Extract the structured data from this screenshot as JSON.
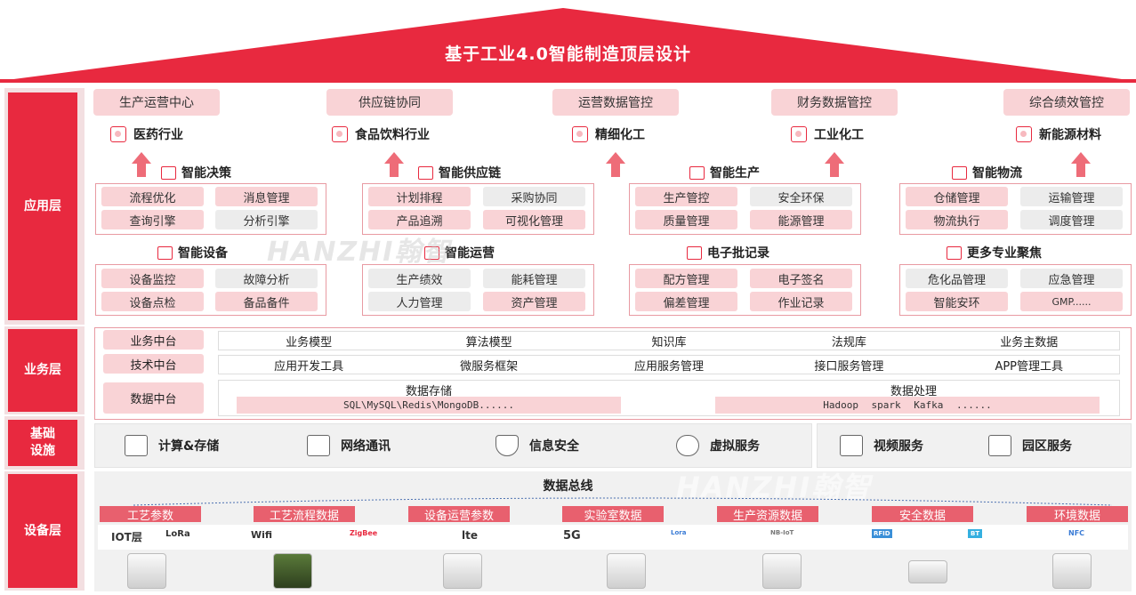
{
  "title": "基于工业4.0智能制造顶层设计",
  "watermark": "HANZHI翰智",
  "colors": {
    "primary": "#e8293f",
    "pink": "#f9d3d6",
    "gray": "#ececec"
  },
  "layers": {
    "app": "应用层",
    "business": "业务层",
    "infra": "基础\n设施",
    "device": "设备层"
  },
  "top_buttons": [
    "生产运营中心",
    "供应链协同",
    "运营数据管控",
    "财务数据管控",
    "综合绩效管控"
  ],
  "industries": [
    {
      "label": "医药行业",
      "icon": "flask-icon"
    },
    {
      "label": "食品饮料行业",
      "icon": "cup-icon"
    },
    {
      "label": "精细化工",
      "icon": "bottle-icon"
    },
    {
      "label": "工业化工",
      "icon": "tank-icon"
    },
    {
      "label": "新能源材料",
      "icon": "hexagon-icon"
    }
  ],
  "modules_row1": [
    {
      "title": "智能决策",
      "icon": "decision-icon",
      "items": [
        "流程优化",
        "消息管理",
        "查询引擎",
        "分析引擎"
      ]
    },
    {
      "title": "智能供应链",
      "icon": "factory-icon",
      "items": [
        "计划排程",
        "采购协同",
        "产品追溯",
        "可视化管理"
      ]
    },
    {
      "title": "智能生产",
      "icon": "gear-icon",
      "items": [
        "生产管控",
        "安全环保",
        "质量管理",
        "能源管理"
      ]
    },
    {
      "title": "智能物流",
      "icon": "truck-icon",
      "items": [
        "仓储管理",
        "运输管理",
        "物流执行",
        "调度管理"
      ]
    }
  ],
  "modules_row2": [
    {
      "title": "智能设备",
      "icon": "server-icon",
      "items": [
        "设备监控",
        "故障分析",
        "设备点检",
        "备品备件"
      ]
    },
    {
      "title": "智能运营",
      "icon": "chart-icon",
      "items": [
        "生产绩效",
        "能耗管理",
        "人力管理",
        "资产管理"
      ]
    },
    {
      "title": "电子批记录",
      "icon": "document-icon",
      "items": [
        "配方管理",
        "电子签名",
        "偏差管理",
        "作业记录"
      ]
    },
    {
      "title": "更多专业聚焦",
      "icon": "grid-icon",
      "items": [
        "危化品管理",
        "应急管理",
        "智能安环",
        "GMP......"
      ]
    }
  ],
  "business": {
    "labels": [
      "业务中台",
      "技术中台",
      "数据中台"
    ],
    "row1": [
      "业务模型",
      "算法模型",
      "知识库",
      "法规库",
      "业务主数据"
    ],
    "row2": [
      "应用开发工具",
      "微服务框架",
      "应用服务管理",
      "接口服务管理",
      "APP管理工具"
    ],
    "storage_title": "数据存储",
    "storage_value": "SQL\\MySQL\\Redis\\MongoDB......",
    "processing_title": "数据处理",
    "processing_value": "Hadoop  spark  Kafka ......"
  },
  "infra": [
    {
      "label": "计算&存储",
      "icon": "cabinet-icon"
    },
    {
      "label": "网络通讯",
      "icon": "network-icon"
    },
    {
      "label": "信息安全",
      "icon": "shield-icon"
    },
    {
      "label": "虚拟服务",
      "icon": "cloud-icon"
    },
    {
      "label": "视频服务",
      "icon": "camera-icon"
    },
    {
      "label": "园区服务",
      "icon": "campus-icon"
    }
  ],
  "device": {
    "bus_label": "数据总线",
    "tags": [
      "工艺参数",
      "工艺流程数据",
      "设备运营参数",
      "实验室数据",
      "生产资源数据",
      "安全数据",
      "环境数据"
    ],
    "iot": [
      "IOT层",
      "LoRa",
      "Wifi",
      "ZigBee",
      "lte",
      "5G",
      "Lora",
      "NB-IoT",
      "RFID",
      "BT",
      "NFC"
    ]
  }
}
